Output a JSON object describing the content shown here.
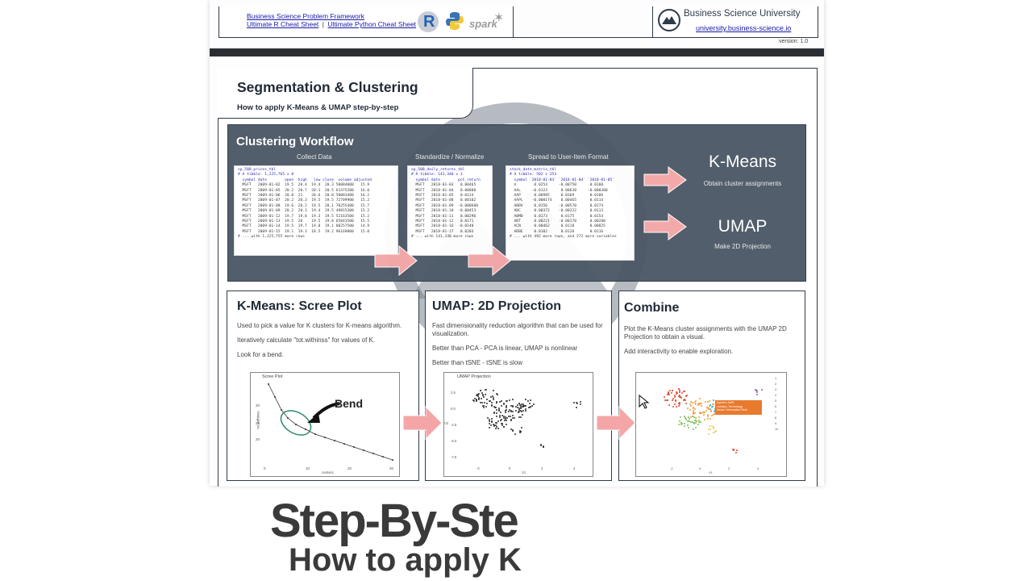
{
  "header": {
    "link1": "Business Science Problem Framework",
    "link2a": "Ultimate R Cheat Sheet",
    "separator": "|",
    "link2b": "Ultimate Python Cheat Sheet",
    "logos": [
      "R",
      "python-logo",
      "spark"
    ],
    "brand_name": "Business Science University",
    "brand_url": "university.business-science.io",
    "version": "version: 1.0"
  },
  "title": {
    "main": "Segmentation & Clustering",
    "sub": "How to apply K-Means & UMAP step-by-step"
  },
  "workflow": {
    "heading": "Clustering Workflow",
    "step1": "Collect Data",
    "step2": "Standardize / Normalize",
    "step3": "Spread to User-Item Format",
    "kmeans_title": "K-Means",
    "kmeans_sub": "Obtain cluster assignments",
    "umap_title": "UMAP",
    "umap_sub": "Make 2D Projection",
    "code1_head": "sp_500_prices_tbl\n# A tibble: 1,225,765 x 8\n  symbol date        open  high   low close  volume adjusted",
    "code1_rows": "  MSFT   2009-01-02  19.5  20.4  19.4  20.3 50084000   15.9\n  MSFT   2009-01-05  20.2  20.7  20.1  20.5 61475200   16.0\n  MSFT   2009-01-06  20.8  21    20.6  20.8 58083400   16.2\n  MSFT   2009-01-07  20.2  20.3  19.5  19.5 72709900   15.2\n  MSFT   2009-01-08  19.6  20.2  19.5  20.1 70255400   15.7\n  MSFT   2009-01-09  20.2  20.3  19.4  19.5 49815300   15.2\n  MSFT   2009-01-12  19.7  19.8  19.3  19.5 52163500   15.2\n  MSFT   2009-01-13  19.5  20    19.5  19.8 65843500   15.5\n  MSFT   2009-01-14  19.5  19.7  19.0  19.1 80257500   14.9\n  MSFT   2009-01-15  19.1  19.3  18.5  19.2 96169800   15.0\n# ... with 1,225,755 more rows",
    "code2_head": "sp_500_daily_returns_tbl\n# A tibble: 141,340 x 3\n  symbol date        pct_return",
    "code2_rows": "  MSFT   2018-01-03   0.00465\n  MSFT   2018-01-04   0.00880\n  MSFT   2018-01-05   0.0124\n  MSFT   2018-01-08   0.00102\n  MSFT   2018-01-09  -0.000680\n  MSFT   2018-01-10  -0.00453\n  MSFT   2018-01-11   0.00296\n  MSFT   2018-01-12   0.0171\n  MSFT   2018-01-16  -0.0140\n  MSFT   2018-01-17   0.0203\n# ... with 141,330 more rows",
    "code3_head": "stock_date_matrix_tbl\n# A tibble: 502 x 253\n  symbol `2018-01-03` `2018-01-04` `2018-01-05`",
    "code3_rows": "  A        0.0254     -0.00750      0.0160\n  AAL     -0.0123      0.00630     -0.000380\n  AAP      0.00985     0.0369       0.0186\n  AAPL    -0.000174    0.00465      0.0114\n  ABBV     0.0156     -0.00570      0.0174\n  ABC      0.00372    -0.00222      0.0113\n  ABMD     0.0173      0.0175       0.0154\n  ABT      0.00221    -0.00170      0.00280\n  ACN      0.00462     0.0118       0.00825\n  ADBE     0.0102      0.0120       0.0116\n# ... with 492 more rows, and 272 more variables"
  },
  "scree": {
    "title": "K-Means: Scree Plot",
    "p1": "Used to pick a value for K clusters for K-means algorithm.",
    "p2": "Iteratively calculate \"tot.withinss\" for values of K.",
    "p3": "Look for a bend.",
    "plot_title": "Scree Plot",
    "xlabel": "centers",
    "ylabel": "tot.withinss",
    "bend_label": "Bend",
    "yticks": [
      "30",
      "25",
      "20"
    ],
    "xticks": [
      "0",
      "10",
      "20",
      "30"
    ]
  },
  "umap": {
    "title": "UMAP: 2D Projection",
    "p1": "Fast dimensionality reduction algorithm that can be used for visualization.",
    "p2": "Better than PCA - PCA is linear, UMAP is nonlinear",
    "p3": "Better than tSNE - tSNE is slow",
    "plot_title": "UMAP Projection",
    "xlabel": "V1",
    "ylabel": "V2",
    "xticks": [
      "-2",
      "0",
      "2",
      "4"
    ],
    "yticks": [
      "2.5",
      "0.0",
      "-2.5",
      "-5.0",
      "-7.5"
    ]
  },
  "combine": {
    "title": "Combine",
    "p1": "Plot the K-Means cluster assignments with the UMAP 2D Projection to obtain a visual.",
    "p2": "Add interactivity to enable exploration.",
    "tooltip": "Symbol: AAPL\nIndustry: Technology\nSector: Information Tech",
    "legend": [
      "1",
      "2",
      "3",
      "4",
      "5",
      "6",
      "7",
      "8",
      "9",
      "10"
    ],
    "xticks": [
      "-2",
      "0",
      "2",
      "4"
    ],
    "xlabel": "V1"
  },
  "caption": {
    "line1": "Step-By-Ste",
    "line2": "How to apply K"
  },
  "colors": {
    "dark": "#2e3a48",
    "panel": "#4b5866",
    "arrow": "#f4a6a6",
    "link": "#1a1aa6",
    "tooltip": "#e87a2e"
  }
}
